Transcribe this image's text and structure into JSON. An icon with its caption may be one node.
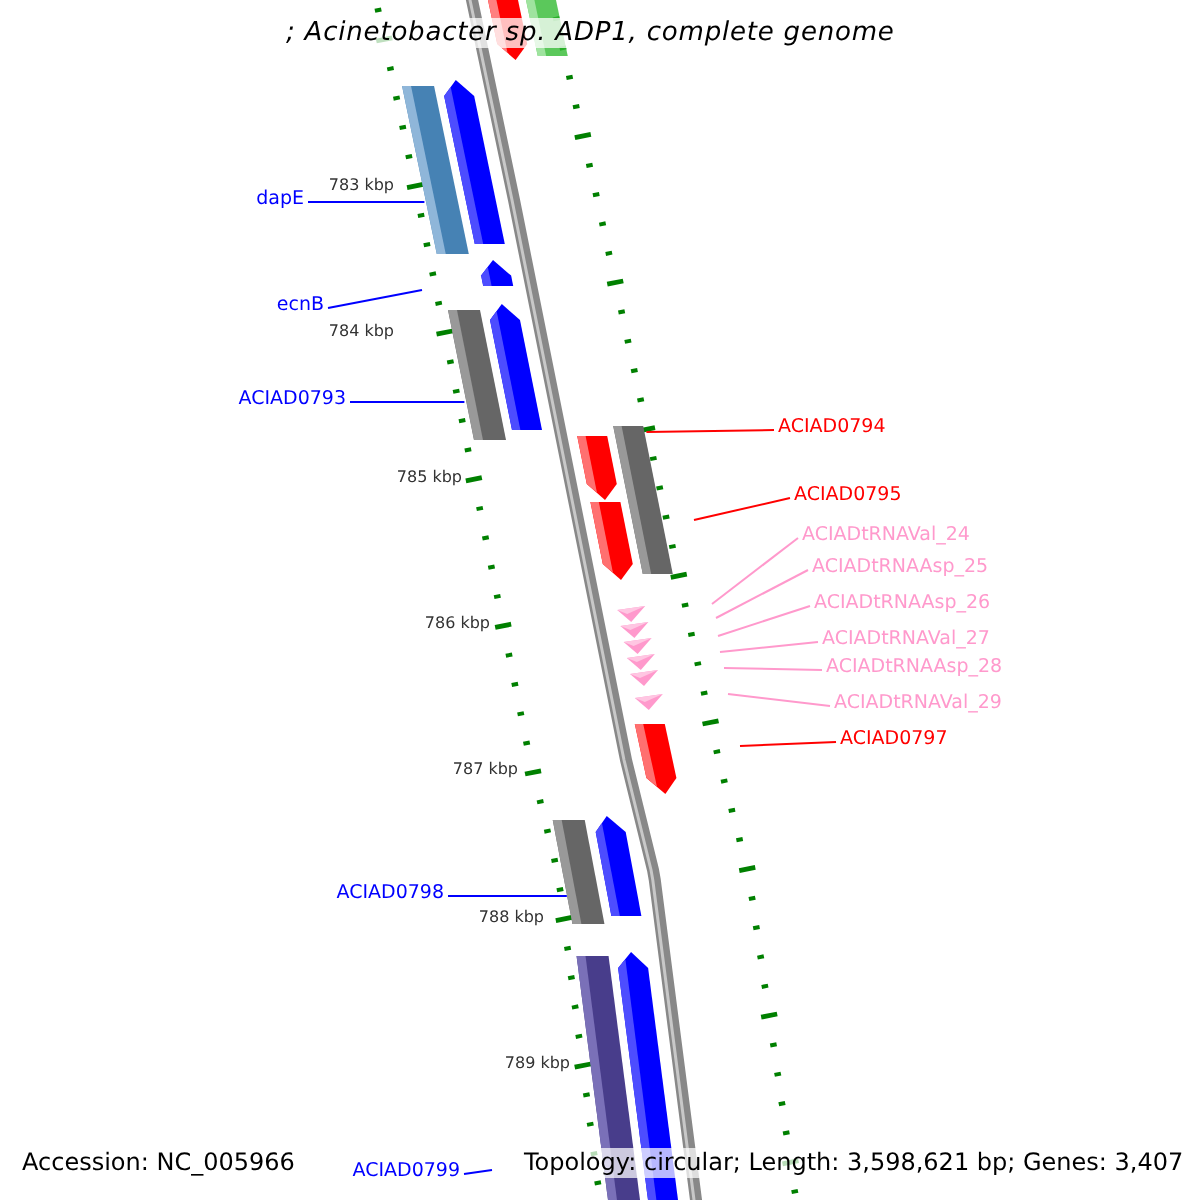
{
  "diagram": {
    "title": "; Acinetobacter sp. ADP1, complete genome",
    "nodes": [
      {
        "text": [
          "dapE"
        ]
      },
      {
        "text": [
          "ecnB"
        ]
      },
      {
        "text": [
          "ACIAD0793"
        ]
      },
      {
        "text": [
          "ACIAD0794"
        ]
      },
      {
        "text": [
          "ACIAD0795"
        ]
      },
      {
        "text": [
          "ACIADtRNAVal_24"
        ]
      },
      {
        "text": [
          "ACIADtRNAAsp_25"
        ]
      },
      {
        "text": [
          "ACIADtRNAAsp_26"
        ]
      },
      {
        "text": [
          "ACIADtRNAVal_27"
        ]
      },
      {
        "text": [
          "ACIADtRNAAsp_28"
        ]
      },
      {
        "text": [
          "ACIADtRNAVal_29"
        ]
      },
      {
        "text": [
          "ACIAD0797"
        ]
      },
      {
        "text": [
          "ACIAD0798"
        ]
      },
      {
        "text": [
          "ACIAD0799"
        ]
      },
      {
        "text": [],
        "shape": "bar"
      },
      {
        "text": [],
        "shape": "bar"
      },
      {
        "text": [],
        "shape": "bar"
      },
      {
        "text": [],
        "shape": "bar"
      }
    ],
    "edges": [
      {
        "from": 0,
        "to": 14,
        "arrow": "none",
        "color": "#0000ff"
      },
      {
        "from": 1,
        "to": null,
        "arrow": "none",
        "color": "#0000ff"
      },
      {
        "from": 2,
        "to": 15,
        "arrow": "none",
        "color": "#0000ff"
      },
      {
        "from": 3,
        "to": 16,
        "arrow": "none",
        "color": "#ff0000"
      },
      {
        "from": 4,
        "to": null,
        "arrow": "none",
        "color": "#ff0000"
      },
      {
        "from": 5,
        "to": null,
        "arrow": "none",
        "color": "#ff99cc"
      },
      {
        "from": 6,
        "to": null,
        "arrow": "none",
        "color": "#ff99cc"
      },
      {
        "from": 7,
        "to": null,
        "arrow": "none",
        "color": "#ff99cc"
      },
      {
        "from": 8,
        "to": null,
        "arrow": "none",
        "color": "#ff99cc"
      },
      {
        "from": 9,
        "to": null,
        "arrow": "none",
        "color": "#ff99cc"
      },
      {
        "from": 10,
        "to": null,
        "arrow": "none",
        "color": "#ff99cc"
      },
      {
        "from": 11,
        "to": null,
        "arrow": "none",
        "color": "#ff0000"
      },
      {
        "from": 12,
        "to": 17,
        "arrow": "none",
        "color": "#0000ff"
      },
      {
        "from": 13,
        "to": null,
        "arrow": "none",
        "color": "#0000ff"
      }
    ],
    "labels": [
      "783 kbp",
      "784 kbp",
      "785 kbp",
      "786 kbp",
      "787 kbp",
      "788 kbp",
      "789 kbp",
      "Accession: NC_005966",
      "Topology: circular; Length: 3,598,621 bp; Genes: 3,407"
    ]
  }
}
